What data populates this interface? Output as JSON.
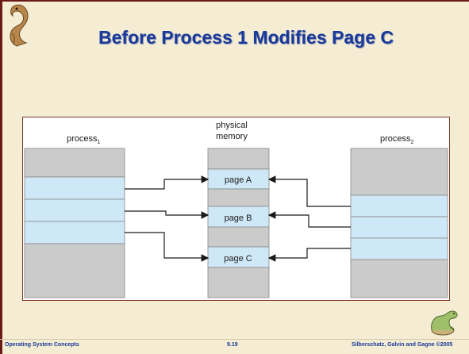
{
  "slide": {
    "title": "Before Process 1 Modifies Page C",
    "footer_left": "Operating System Concepts",
    "footer_center": "9.19",
    "footer_right": "Silberschatz, Galvin and Gagne ©2005"
  },
  "diagram": {
    "process1_label": "process",
    "process1_sub": "1",
    "process2_label": "process",
    "process2_sub": "2",
    "memory_label_line1": "physical",
    "memory_label_line2": "memory",
    "pages": [
      "page A",
      "page B",
      "page C"
    ],
    "colors": {
      "gray": "#cbcbcb",
      "blue": "#cfe8f7",
      "line": "#1a1a1a"
    }
  }
}
